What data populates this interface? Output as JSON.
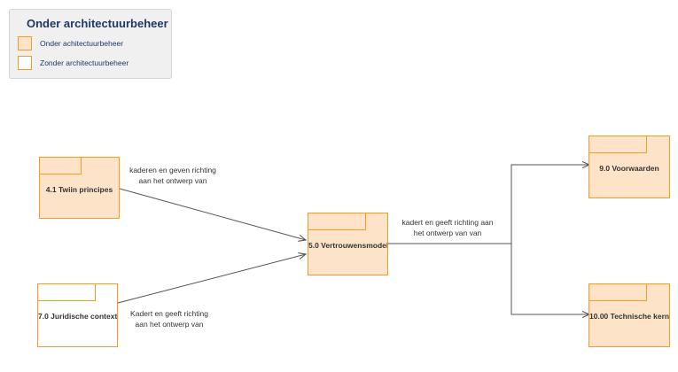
{
  "legend": {
    "title": "Onder architectuurbeheer",
    "items": [
      {
        "label": "Onder achitectuurbeheer",
        "fill": "#fde4c8"
      },
      {
        "label": "Zonder architectuurbeheer",
        "fill": "#ffffff"
      }
    ]
  },
  "colors": {
    "border": "#f59a23",
    "managed_fill": "#fde4c8",
    "unmanaged_fill": "#ffffff",
    "edge": "#555555"
  },
  "nodes": {
    "twiin": {
      "label": "4.1 Twiin principes",
      "managed": true
    },
    "juridisch": {
      "label": "7.0 Juridische context",
      "managed": false
    },
    "vertrouwen": {
      "label": "5.0 Vertrouwensmodel",
      "managed": true
    },
    "voorwaarden": {
      "label": "9.0 Voorwaarden",
      "managed": true
    },
    "technisch": {
      "label": "10.00 Technische kern",
      "managed": true
    }
  },
  "edges": {
    "twiin_vertrouwen": {
      "line1": "kaderen en geven richting",
      "line2": "aan het ontwerp van"
    },
    "juridisch_vertrouwen": {
      "line1": "Kadert en geeft richting",
      "line2": "aan het ontwerp van"
    },
    "vertrouwen_out": {
      "line1": "kadert en geeft richting aan",
      "line2": "het ontwerp van van"
    }
  }
}
